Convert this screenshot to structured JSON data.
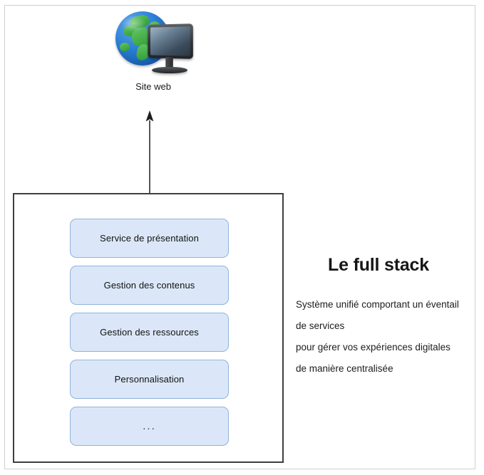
{
  "diagram": {
    "website_node": {
      "icon": "globe-monitor-icon",
      "label": "Site web"
    },
    "arrow": {
      "icon": "arrow-up-icon",
      "direction": "up"
    },
    "stack": {
      "items": [
        {
          "label": "Service de présentation"
        },
        {
          "label": "Gestion des contenus"
        },
        {
          "label": "Gestion des ressources"
        },
        {
          "label": "Personnalisation"
        },
        {
          "label": "..."
        }
      ]
    },
    "info": {
      "title": "Le full stack",
      "lines": [
        "Système unifié comportant un éventail",
        "de services",
        "pour gérer vos expériences digitales",
        "de manière centralisée"
      ]
    },
    "colors": {
      "box_fill": "#dbe7f8",
      "box_border": "#8fb3dd",
      "container_border": "#3f3f3f",
      "page_border": "#d0d0d0",
      "arrow": "#2b2b2b",
      "text": "#161616"
    }
  }
}
